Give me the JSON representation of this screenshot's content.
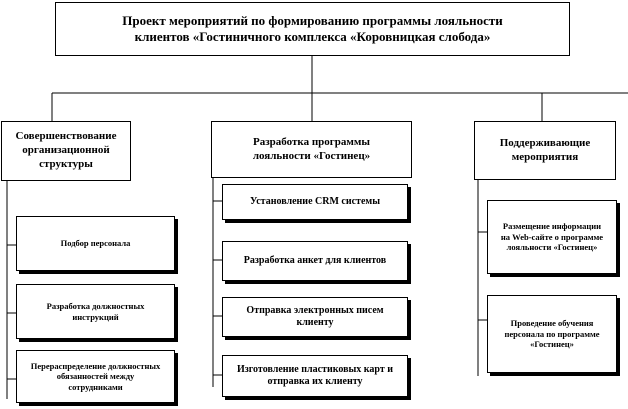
{
  "root": {
    "line1": "Проект мероприятий по формированию программы лояльности",
    "line2": "клиентов «Гостиничного комплекса «Коровницкая слобода»"
  },
  "branches": [
    {
      "title": "Совершенствование организационной структуры",
      "items": [
        "Подбор персонала",
        "Разработка должностных инструкций",
        "Перераспределение должностных обязанностей между сотрудниками"
      ]
    },
    {
      "title": "Разработка программы лояльности «Гостинец»",
      "items": [
        "Установление CRM системы",
        "Разработка анкет для клиентов",
        "Отправка электронных писем клиенту",
        "Изготовление пластиковых карт и отправка их клиенту"
      ]
    },
    {
      "title": "Поддерживающие мероприятия",
      "items": [
        "Размещение информации на Web-сайте о программе лояльности «Гостинец»",
        "Проведение обучения персонала по программе «Гостинец»"
      ]
    }
  ]
}
